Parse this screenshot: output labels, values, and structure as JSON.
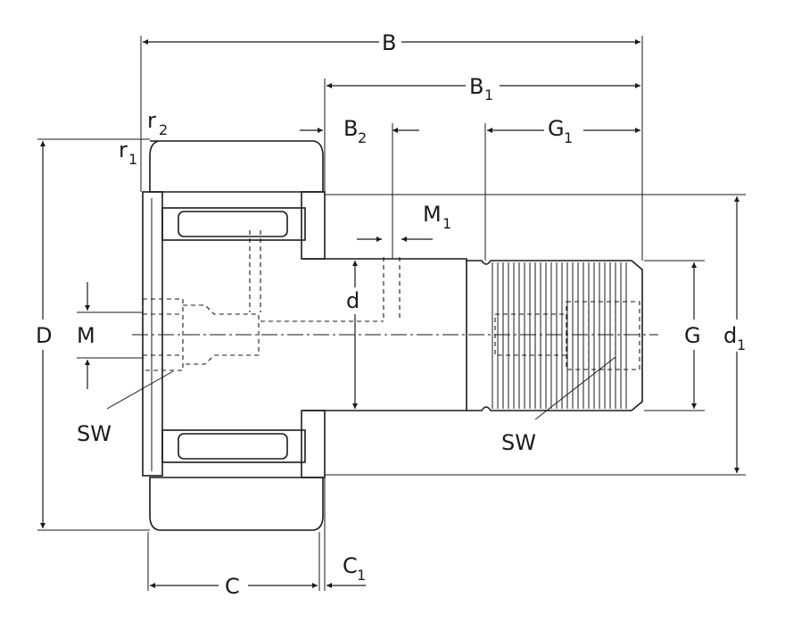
{
  "diagram": {
    "colors": {
      "outer_ring": "#b4c6e6",
      "line": "#1a1a1a",
      "background": "#ffffff"
    },
    "labels": {
      "B": {
        "main": "B",
        "sub": ""
      },
      "B1": {
        "main": "B",
        "sub": "1"
      },
      "B2": {
        "main": "B",
        "sub": "2"
      },
      "G1": {
        "main": "G",
        "sub": "1"
      },
      "M1": {
        "main": "M",
        "sub": "1"
      },
      "r2": {
        "main": "r",
        "sub": "2"
      },
      "r1": {
        "main": "r",
        "sub": "1"
      },
      "D": {
        "main": "D",
        "sub": ""
      },
      "M": {
        "main": "M",
        "sub": ""
      },
      "d": {
        "main": "d",
        "sub": ""
      },
      "G": {
        "main": "G",
        "sub": ""
      },
      "d1": {
        "main": "d",
        "sub": "1"
      },
      "SW_left": {
        "main": "SW",
        "sub": ""
      },
      "SW_right": {
        "main": "SW",
        "sub": ""
      },
      "C": {
        "main": "C",
        "sub": ""
      },
      "C1": {
        "main": "C",
        "sub": "1"
      }
    }
  }
}
